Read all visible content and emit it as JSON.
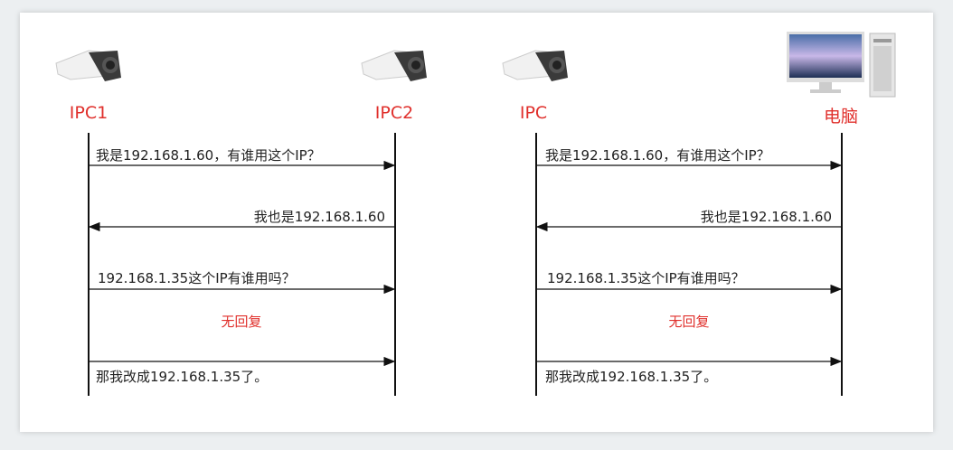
{
  "colors": {
    "actor": "#e0302c",
    "line": "#111111"
  },
  "diagrams": [
    {
      "actors": [
        {
          "name": "IPC1",
          "icon": "camera-icon"
        },
        {
          "name": "IPC2",
          "icon": "camera-icon"
        }
      ],
      "messages": [
        {
          "text": "我是192.168.1.60，有谁用这个IP？",
          "direction": "right"
        },
        {
          "text": "我也是192.168.1.60",
          "direction": "left"
        },
        {
          "text": "192.168.1.35这个IP有谁用吗？",
          "direction": "right"
        },
        {
          "text": "那我改成192.168.1.35了。",
          "direction": "right"
        }
      ],
      "no_reply": "无回复"
    },
    {
      "actors": [
        {
          "name": "IPC",
          "icon": "camera-icon"
        },
        {
          "name": "电脑",
          "icon": "computer-icon"
        }
      ],
      "messages": [
        {
          "text": "我是192.168.1.60，有谁用这个IP？",
          "direction": "right"
        },
        {
          "text": "我也是192.168.1.60",
          "direction": "left"
        },
        {
          "text": "192.168.1.35这个IP有谁用吗？",
          "direction": "right"
        },
        {
          "text": "那我改成192.168.1.35了。",
          "direction": "right"
        }
      ],
      "no_reply": "无回复"
    }
  ]
}
